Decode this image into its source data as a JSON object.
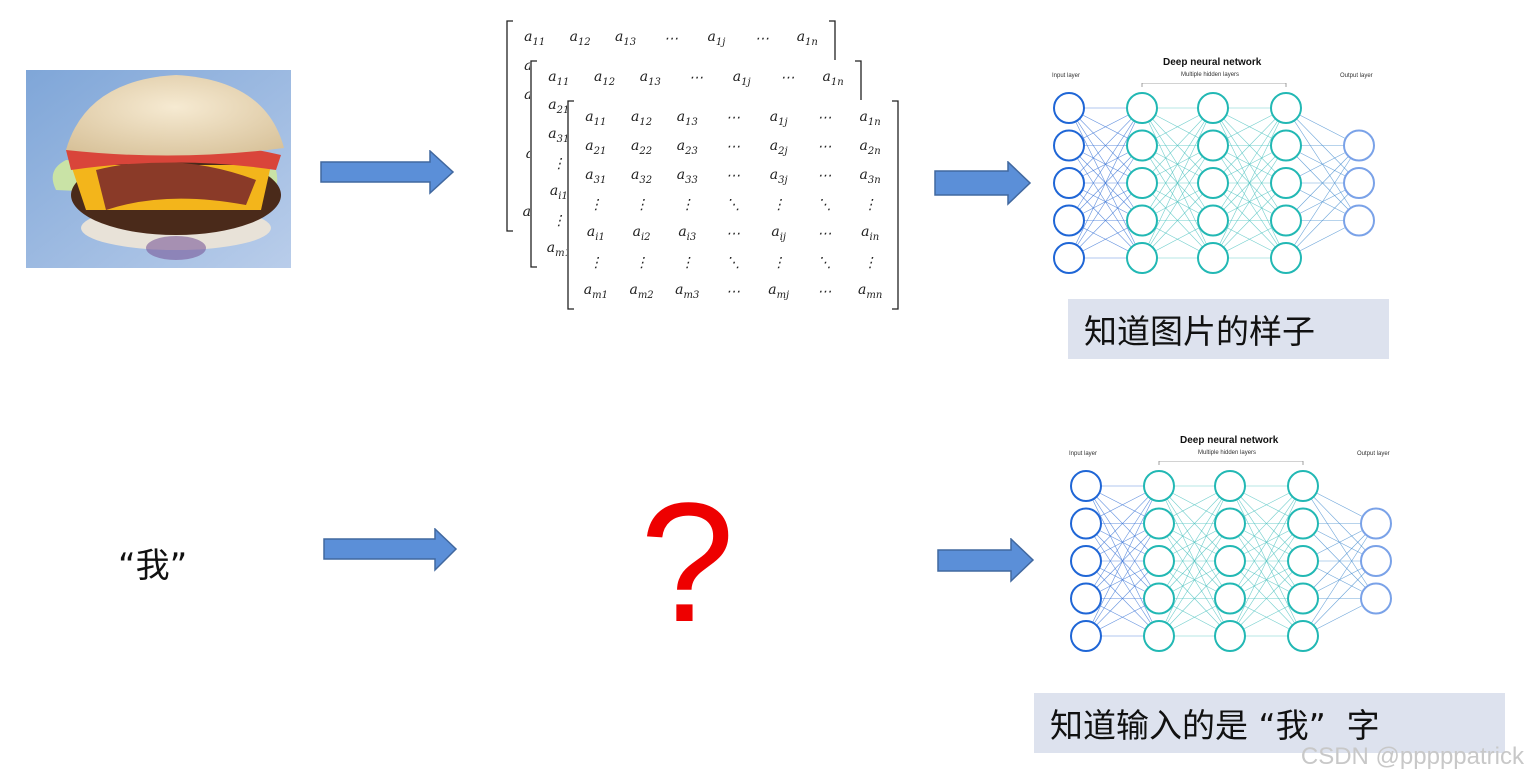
{
  "row1": {
    "input_image": "hamburger-photo",
    "caption": "知道图片的样子"
  },
  "row2": {
    "input_text": "“我”",
    "question": "?",
    "caption": "知道输入的是 “我”  字"
  },
  "network": {
    "title": "Deep neural network",
    "input_label": "Input layer",
    "hidden_label": "Multiple hidden layers",
    "output_label": "Output layer",
    "layers": [
      5,
      5,
      5,
      5,
      3
    ],
    "layer_colors": [
      "#1f66d6",
      "#22b8b4",
      "#22b8b4",
      "#22b8b4",
      "#7aa2e8"
    ]
  },
  "matrix": {
    "rows": [
      [
        "a11",
        "a12",
        "a13",
        "⋯",
        "a1j",
        "⋯",
        "a1n"
      ],
      [
        "a21",
        "a22",
        "a23",
        "⋯",
        "a2j",
        "⋯",
        "a2n"
      ],
      [
        "a31",
        "a32",
        "a33",
        "⋯",
        "a3j",
        "⋯",
        "a3n"
      ],
      [
        "⋮",
        "⋮",
        "⋮",
        "⋱",
        "⋮",
        "⋱",
        "⋮"
      ],
      [
        "ai1",
        "ai2",
        "ai3",
        "⋯",
        "aij",
        "⋯",
        "ain"
      ],
      [
        "⋮",
        "⋮",
        "⋮",
        "⋱",
        "⋮",
        "⋱",
        "⋮"
      ],
      [
        "am1",
        "am2",
        "am3",
        "⋯",
        "amj",
        "⋯",
        "amn"
      ]
    ]
  },
  "colors": {
    "arrow": "#5b8fd8",
    "arrow_stroke": "#41689f",
    "question": "#ee0000",
    "caption_bg": "#dde2ee"
  },
  "watermark": "CSDN @pppppatrick"
}
